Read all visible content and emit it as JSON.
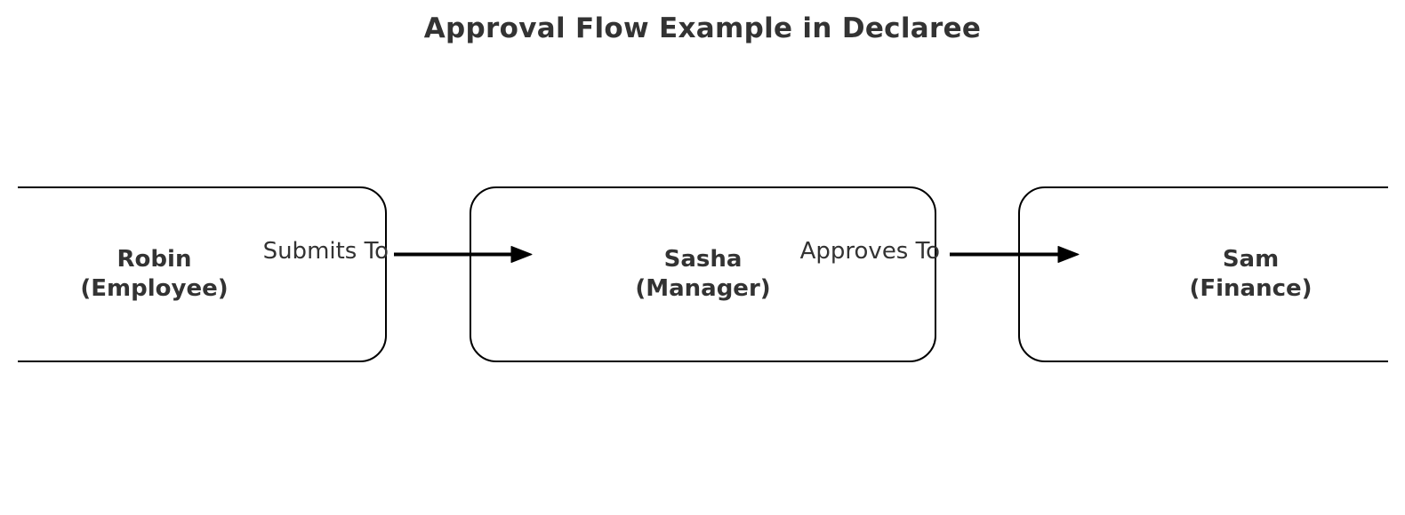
{
  "title": "Approval Flow Example in Declaree",
  "flow": {
    "nodes": [
      {
        "name": "Robin",
        "role": "(Employee)"
      },
      {
        "name": "Sasha",
        "role": "(Manager)"
      },
      {
        "name": "Sam",
        "role": "(Finance)"
      }
    ],
    "edges": [
      {
        "label": "Submits To",
        "from": "Robin",
        "to": "Sasha"
      },
      {
        "label": "Approves To",
        "from": "Sasha",
        "to": "Sam"
      }
    ]
  },
  "colors": {
    "background": "#ffffff",
    "stroke": "#000000",
    "arrow": "#000000",
    "text": "#333333"
  }
}
